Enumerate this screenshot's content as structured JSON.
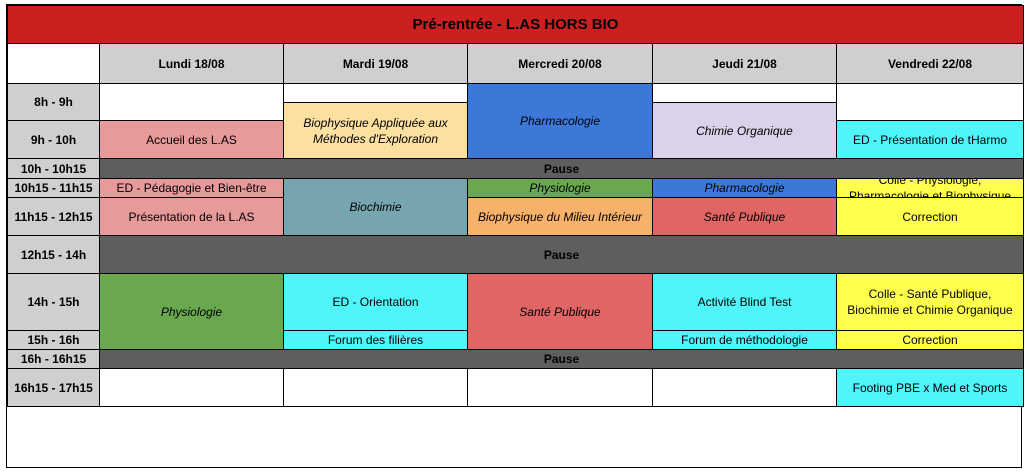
{
  "title": "Pré-rentrée - L.AS HORS BIO",
  "days": [
    "Lundi 18/08",
    "Mardi 19/08",
    "Mercredi 20/08",
    "Jeudi 21/08",
    "Vendredi 22/08"
  ],
  "times": [
    "8h - 9h",
    "9h - 10h",
    "10h - 10h15",
    "10h15 - 11h15",
    "11h15 - 12h15",
    "12h15 - 14h",
    "14h - 15h",
    "15h - 16h",
    "16h - 16h15",
    "16h15 - 17h15"
  ],
  "pause_label": "Pause",
  "events": {
    "lundi_accueil": "Accueil des L.AS",
    "lundi_ed_pedagogie": "ED - Pédagogie et Bien-être",
    "lundi_presentation": "Présentation de la L.AS",
    "lundi_physiologie": "Physiologie",
    "mardi_biophysique_appliquee": "Biophysique Appliquée aux Méthodes d'Exploration",
    "mardi_biochimie": "Biochimie",
    "mardi_ed_orientation": "ED - Orientation",
    "mardi_forum_filieres": "Forum des filières",
    "mercredi_pharmacologie": "Pharmacologie",
    "mercredi_physiologie": "Physiologie",
    "mercredi_biophysique_milieu": "Biophysique du Milieu Intérieur",
    "mercredi_sante_publique": "Santé Publique",
    "jeudi_chimie_organique": "Chimie Organique",
    "jeudi_pharmacologie": "Pharmacologie",
    "jeudi_sante_publique": "Santé Publique",
    "jeudi_blind_test": "Activité Blind Test",
    "jeudi_forum_methodologie": "Forum de méthodologie",
    "vendredi_ed_tharmo": "ED - Présentation de tHarmo",
    "vendredi_colle_1": "Colle - Physiologie, Pharmacologie et Biophysique",
    "vendredi_correction_1": "Correction",
    "vendredi_colle_2": "Colle - Santé Publique, Biochimie et Chimie Organique",
    "vendredi_correction_2": "Correction",
    "vendredi_footing": "Footing PBE x Med et Sports"
  },
  "colors": {
    "title_red": "#cc1f1f",
    "header_gray": "#cfcfcf",
    "pause_gray": "#5e5e5e",
    "pink": "#e89a9a",
    "light_orange": "#fbe09f",
    "blue": "#3c78d8",
    "lavender": "#d9d2e9",
    "cyan": "#4ff5f8",
    "teal_gray": "#76a5af",
    "green": "#6aa84f",
    "orange": "#f6b26b",
    "red_salmon": "#e06666",
    "yellow": "#ffff4d"
  }
}
